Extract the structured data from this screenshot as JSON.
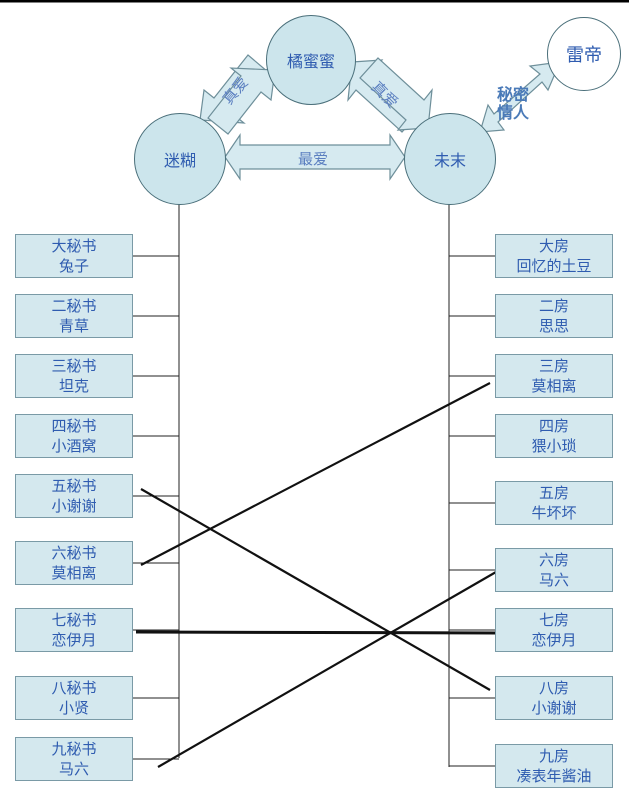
{
  "people": {
    "mihu": "迷糊",
    "weimo": "未末",
    "ju": "橘蜜蜜",
    "lei": "雷帝"
  },
  "relations": {
    "left_love": "真爱",
    "right_love": "真爱",
    "best_love": "最爱",
    "secret": "秘密情人"
  },
  "secretaries": [
    {
      "title": "大秘书",
      "name": "兔子"
    },
    {
      "title": "二秘书",
      "name": "青草"
    },
    {
      "title": "三秘书",
      "name": "坦克"
    },
    {
      "title": "四秘书",
      "name": "小酒窝"
    },
    {
      "title": "五秘书",
      "name": "小谢谢"
    },
    {
      "title": "六秘书",
      "name": "莫相离"
    },
    {
      "title": "七秘书",
      "name": "恋伊月"
    },
    {
      "title": "八秘书",
      "name": "小贤"
    },
    {
      "title": "九秘书",
      "name": "马六"
    }
  ],
  "wives": [
    {
      "title": "大房",
      "name": "回忆的土豆"
    },
    {
      "title": "二房",
      "name": "思思"
    },
    {
      "title": "三房",
      "name": "莫相离"
    },
    {
      "title": "四房",
      "name": "猥小琐"
    },
    {
      "title": "五房",
      "name": "牛坏坏"
    },
    {
      "title": "六房",
      "name": "马六"
    },
    {
      "title": "七房",
      "name": "恋伊月"
    },
    {
      "title": "八房",
      "name": "小谢谢"
    },
    {
      "title": "九房",
      "name": "凑表年酱油"
    }
  ],
  "colors": {
    "node_fill": "#cce5ec",
    "box_fill": "#d4e8ee",
    "text": "#2f5cb0"
  }
}
